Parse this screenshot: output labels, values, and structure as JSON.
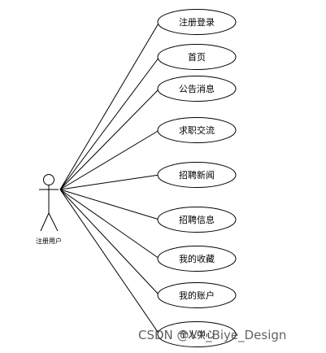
{
  "actor": {
    "label": "注册用户"
  },
  "use_cases": [
    {
      "label": "注册登录"
    },
    {
      "label": "首页"
    },
    {
      "label": "公告消息"
    },
    {
      "label": "求职交流"
    },
    {
      "label": "招聘新闻"
    },
    {
      "label": "招聘信息"
    },
    {
      "label": "我的收藏"
    },
    {
      "label": "我的账户"
    },
    {
      "label": "个人中心"
    }
  ],
  "watermark": "CSDN @VX_Biye_Design",
  "colors": {
    "stroke": "#000000",
    "background": "#ffffff"
  }
}
